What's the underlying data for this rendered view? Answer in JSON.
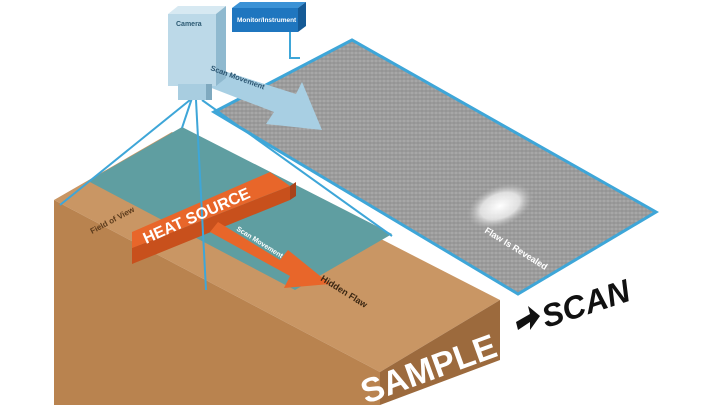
{
  "labels": {
    "camera": "Camera",
    "monitor": "Monitor/Instrument",
    "scan_movement": "Scan Movement",
    "field_of_view": "Field of View",
    "heat_source": "HEAT SOURCE",
    "heat_movement": "Scan Movement",
    "hidden_flaw": "Hidden Flaw",
    "flaw_revealed": "Flaw Is Revealed",
    "scan": "SCAN",
    "sample": "SAMPLE"
  },
  "colors": {
    "sample_top": "#c99664",
    "sample_front": "#b9834f",
    "sample_side": "#9c6a3d",
    "teal_band": "#5f9ea1",
    "heat_source_top": "#e8662a",
    "heat_source_front": "#c8501c",
    "camera": "#bcd9e8",
    "camera_dark": "#8fb9cf",
    "monitor": "#1f76bf",
    "scan_panel": "#9a9a9a",
    "outline_blue": "#3ea6d8",
    "arrow_blue": "#a8cfe3",
    "arrow_orange": "#e8662a",
    "scan_text": "#111111"
  },
  "icons": [
    "camera-icon",
    "monitor-icon",
    "arrow-right-icon"
  ]
}
